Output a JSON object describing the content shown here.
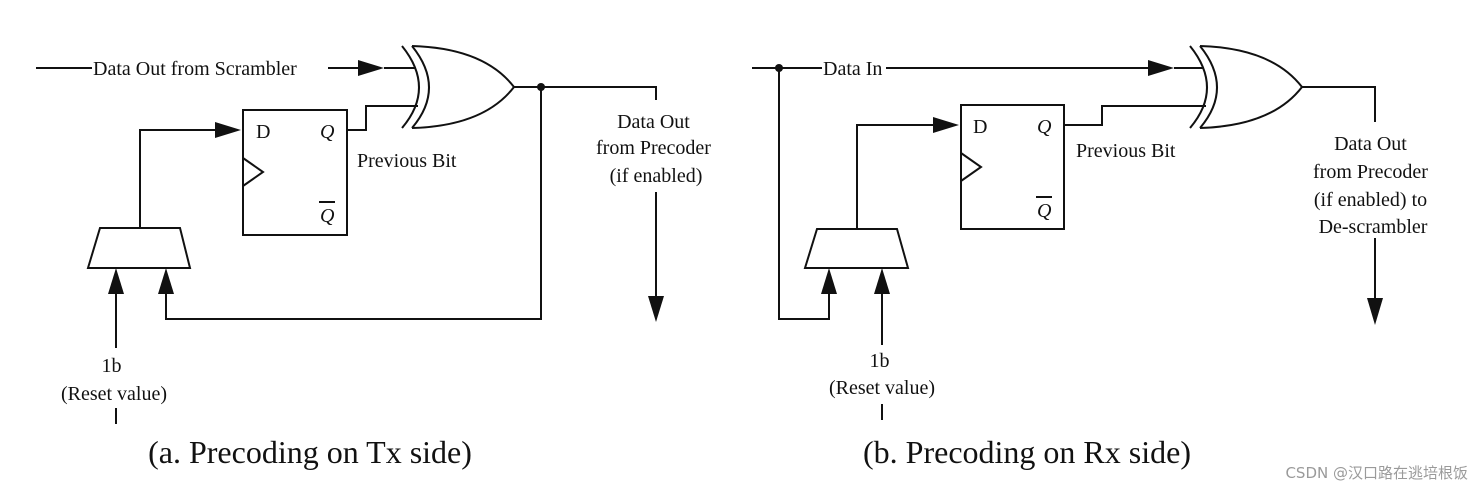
{
  "diagrams": [
    {
      "input_label": "Data Out from Scrambler",
      "flipflop": {
        "d_label": "D",
        "q_label": "Q",
        "qbar_label": "Q"
      },
      "previous_bit_label": "Previous Bit",
      "output_label_lines": [
        "Data Out",
        "from Precoder",
        "(if enabled)"
      ],
      "reset_label_lines": [
        "1b",
        "(Reset value)"
      ],
      "caption": "(a. Precoding on Tx side)"
    },
    {
      "input_label": "Data In",
      "flipflop": {
        "d_label": "D",
        "q_label": "Q",
        "qbar_label": "Q"
      },
      "previous_bit_label": "Previous Bit",
      "output_label_lines": [
        "Data Out",
        "from Precoder",
        "(if enabled) to",
        "De-scrambler"
      ],
      "reset_label_lines": [
        "1b",
        "(Reset value)"
      ],
      "caption": "(b. Precoding on Rx side)"
    }
  ],
  "watermark": "CSDN @汉口路在逃培根饭"
}
